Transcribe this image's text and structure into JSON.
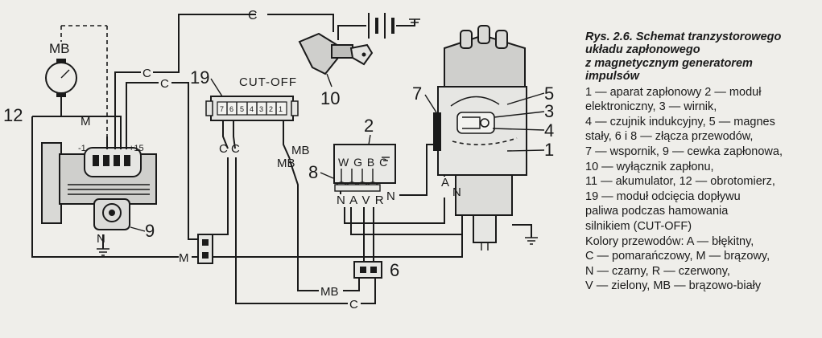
{
  "labels": {
    "wire_c": "C",
    "mb": "MB",
    "num_12": "12",
    "num_19": "19",
    "cutoff": "CUT-OFF",
    "num_10": "10",
    "num_7": "7",
    "num_5": "5",
    "num_3": "3",
    "num_4": "4",
    "num_1": "1",
    "num_2": "2",
    "num_8": "8",
    "num_9": "9",
    "num_6": "6",
    "m": "M",
    "n": "N",
    "a": "A",
    "minus1": "-1",
    "plus15": "+15",
    "cc": "C C",
    "wgbc": "W G B C",
    "navr": "N A V R",
    "cutoff_pins": [
      "7",
      "6",
      "5",
      "4",
      "3",
      "2",
      "1"
    ]
  },
  "caption": {
    "title": [
      "Rys. 2.6. Schemat tranzystorowego",
      "układu zapłonowego",
      "z magnetycznym generatorem",
      "impulsów"
    ],
    "lines": [
      "1 — aparat zapłonowy 2 — moduł",
      "elektroniczny, 3 — wirnik,",
      "4 — czujnik indukcyjny, 5 — magnes",
      "stały, 6 i 8 — złącza przewodów,",
      "7 — wspornik, 9 — cewka zapłonowa,",
      "10 — wyłącznik zapłonu,",
      "11 — akumulator, 12 — obrotomierz,",
      "19 — moduł odcięcia dopływu",
      "paliwa podczas hamowania",
      "silnikiem (CUT-OFF)",
      "Kolory przewodów: A — błękitny,",
      "C — pomarańczowy, M — brązowy,",
      "N — czarny, R — czerwony,",
      "V — zielony, MB — brązowo-biały"
    ]
  }
}
